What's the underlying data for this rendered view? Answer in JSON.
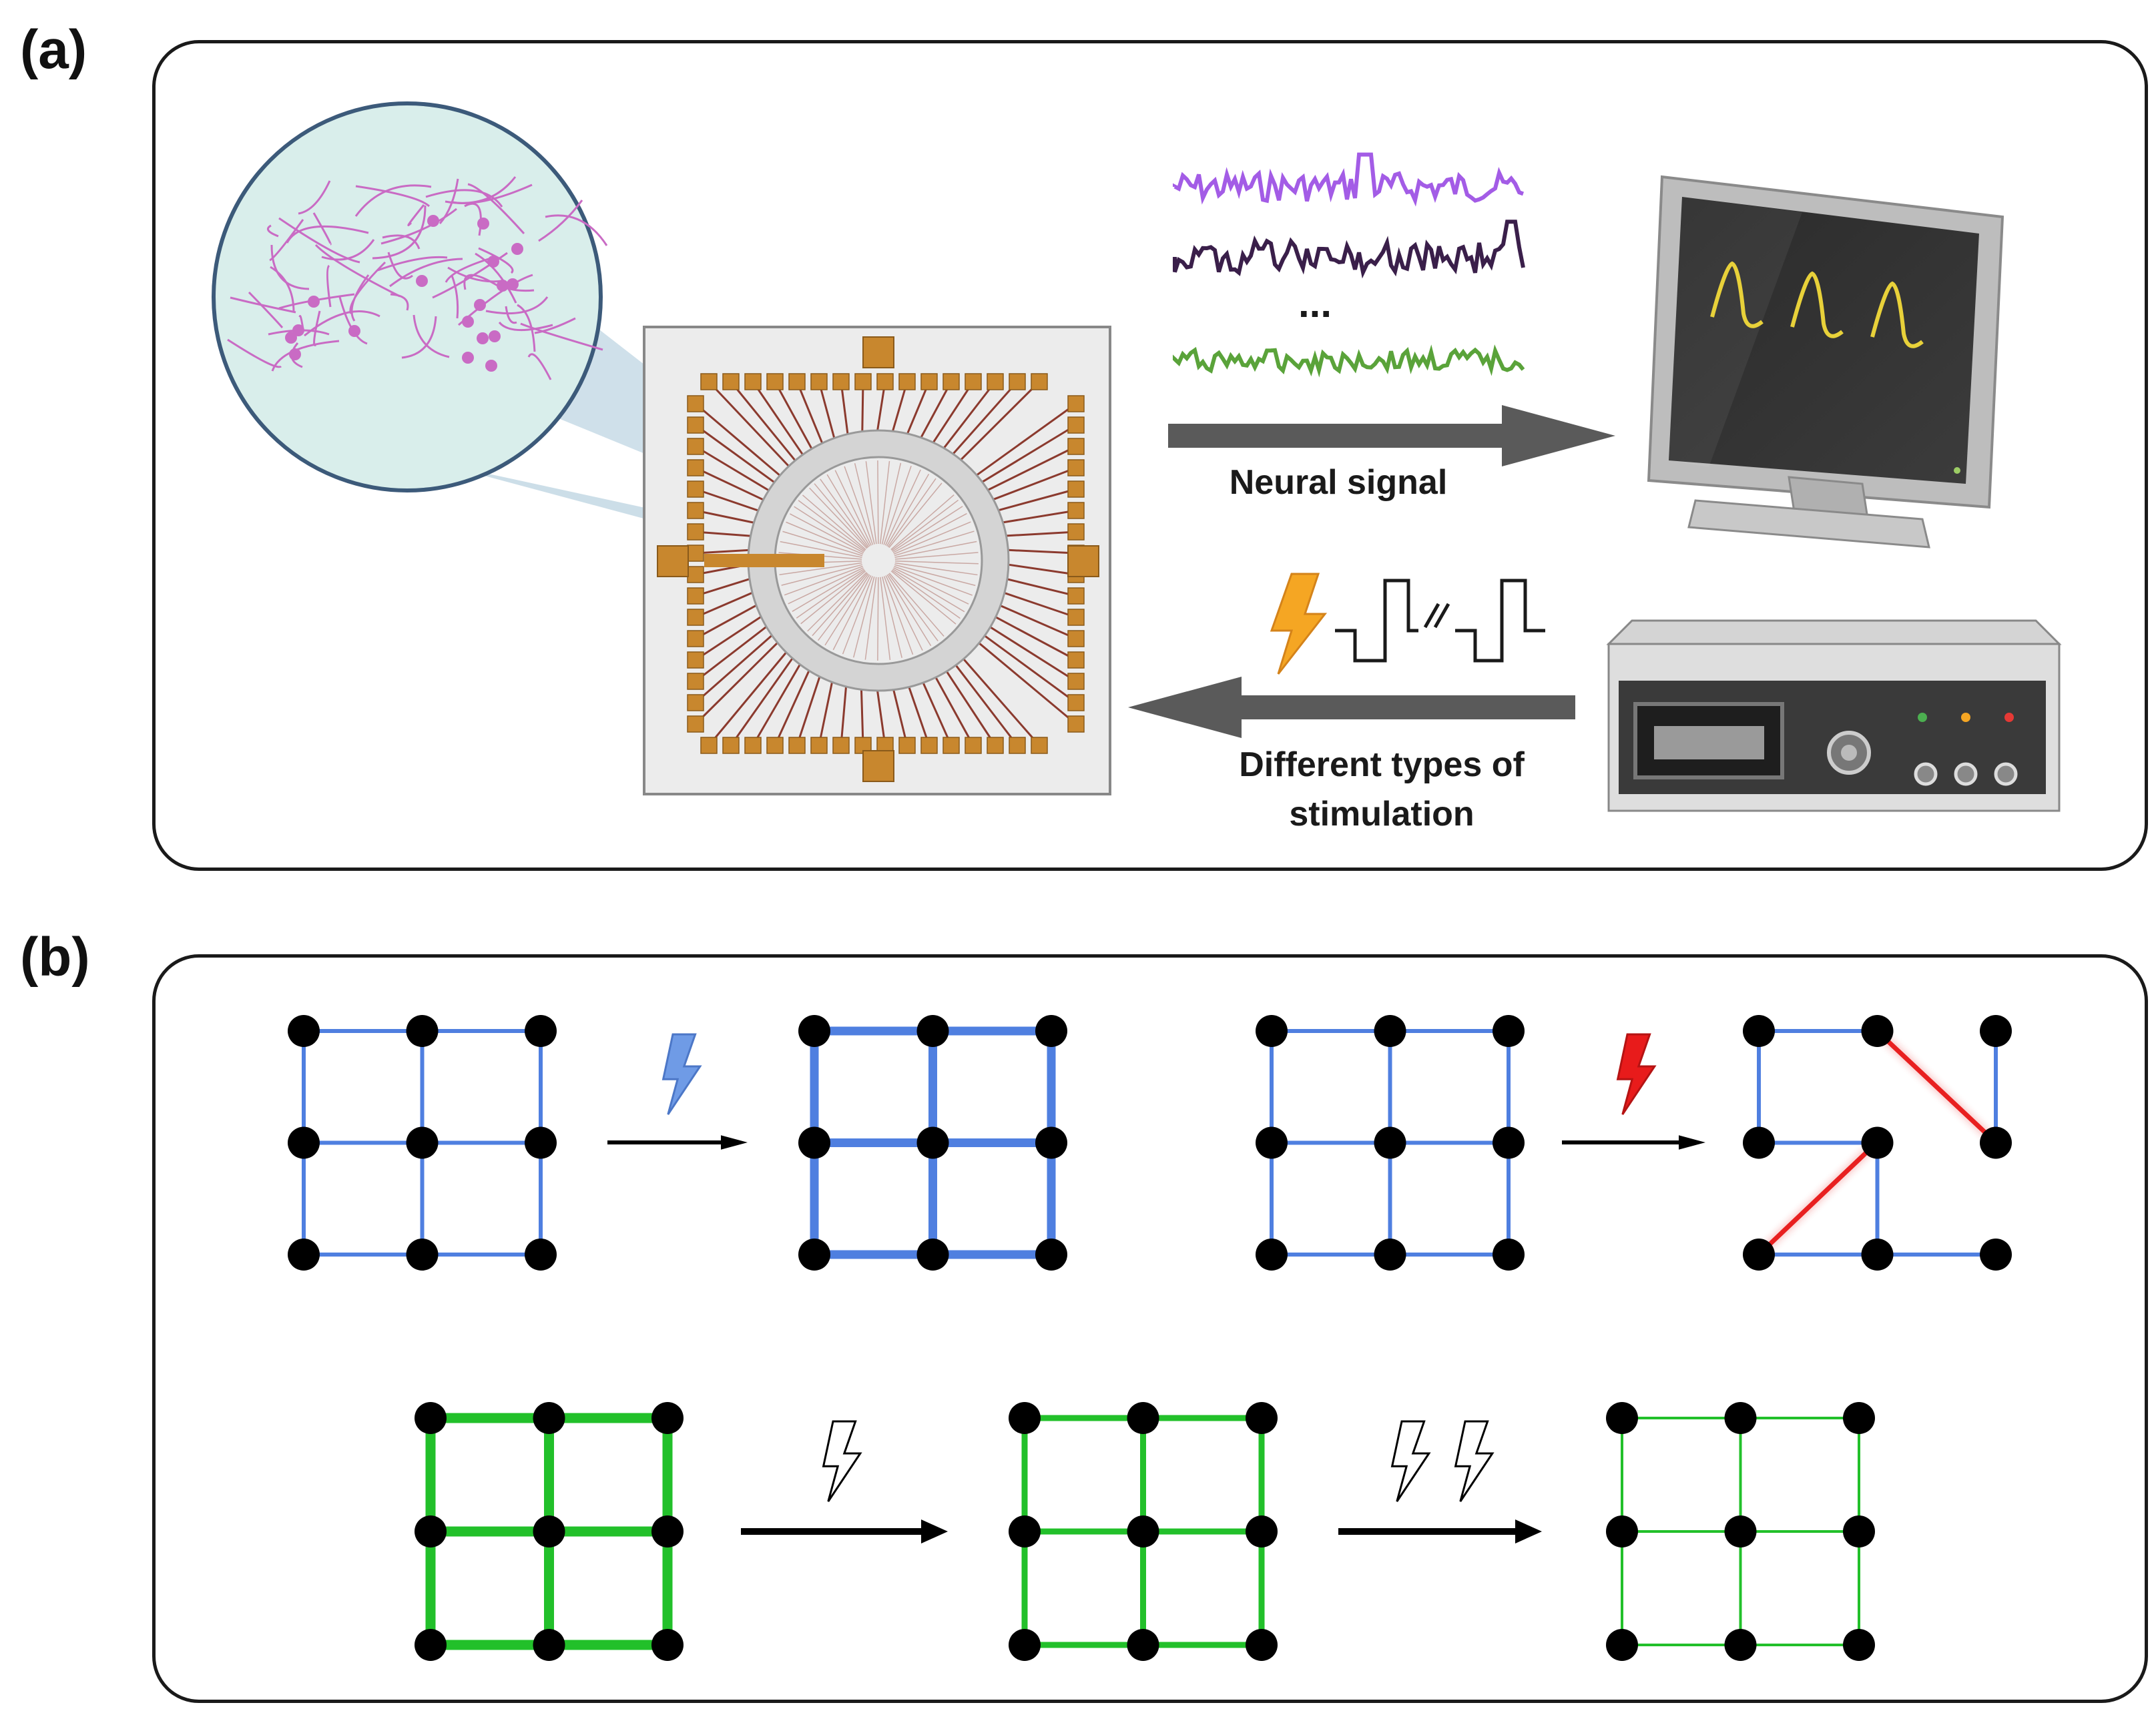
{
  "panels": {
    "a": {
      "label": "(a)",
      "neural_signal_label": "Neural signal",
      "ellipsis": "...",
      "stimulation_label_line1": "Different types of",
      "stimulation_label_line2": "stimulation",
      "signal_colors": [
        "#a35ce6",
        "#3a1f4a",
        "#5aa33a"
      ],
      "monitor_trace_color": "#e8d13a",
      "chip_pad_color": "#c8872e",
      "chip_trace_color": "#8b3a2e",
      "neuron_color": "#c96bc4",
      "magnifier_fill": "#d9eeeb",
      "arrow_color": "#5a5a5a",
      "bolt_color": "#f5a623"
    },
    "b": {
      "label": "(b)",
      "blue_color": "#4f7fe0",
      "red_color": "#e82020",
      "green_color": "#22c02a",
      "bolt_blue": "#6f9be6",
      "bolt_red": "#e81b1b"
    }
  }
}
